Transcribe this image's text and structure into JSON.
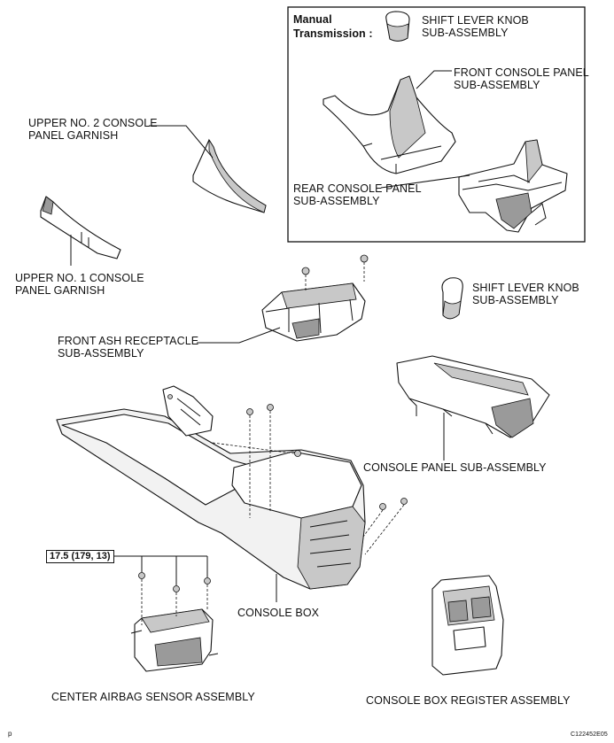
{
  "inset": {
    "heading_line1": "Manual",
    "heading_line2": "Transmission :"
  },
  "labels": {
    "shift_knob_inset": "SHIFT LEVER KNOB\nSUB-ASSEMBLY",
    "front_console_panel": "FRONT CONSOLE PANEL\nSUB-ASSEMBLY",
    "rear_console_panel": "REAR CONSOLE PANEL\nSUB-ASSEMBLY",
    "upper_no2_garnish": "UPPER NO. 2 CONSOLE\nPANEL GARNISH",
    "upper_no1_garnish": "UPPER NO. 1 CONSOLE\nPANEL GARNISH",
    "front_ash_receptacle": "FRONT ASH RECEPTACLE\nSUB-ASSEMBLY",
    "shift_knob_main": "SHIFT LEVER KNOB\nSUB-ASSEMBLY",
    "console_panel": "CONSOLE PANEL SUB-ASSEMBLY",
    "console_box": "CONSOLE BOX",
    "center_airbag_sensor": "CENTER AIRBAG SENSOR ASSEMBLY",
    "console_box_register": "CONSOLE BOX REGISTER ASSEMBLY"
  },
  "torque_spec": "17.5 (179, 13)",
  "footer": {
    "left_mark": "p",
    "figure_code": "C122452E05"
  }
}
